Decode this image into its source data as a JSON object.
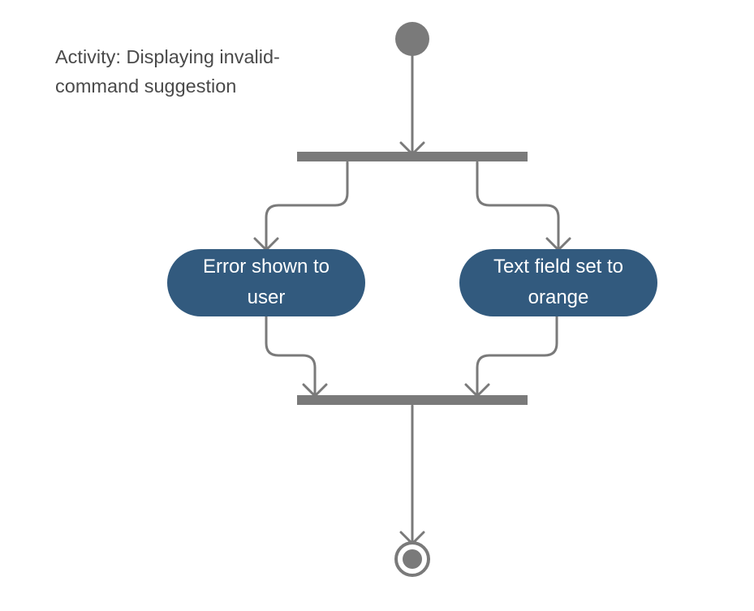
{
  "diagram": {
    "title_line1": "Activity: Displaying invalid-",
    "title_line2": "command suggestion",
    "actions": [
      {
        "line1": "Error shown to",
        "line2": "user"
      },
      {
        "line1": "Text field set to",
        "line2": "orange"
      }
    ],
    "colors": {
      "node_fill": "#325a7e",
      "line": "#7a7a7a",
      "text": "#4a4a4a",
      "node_text": "#ffffff"
    }
  }
}
